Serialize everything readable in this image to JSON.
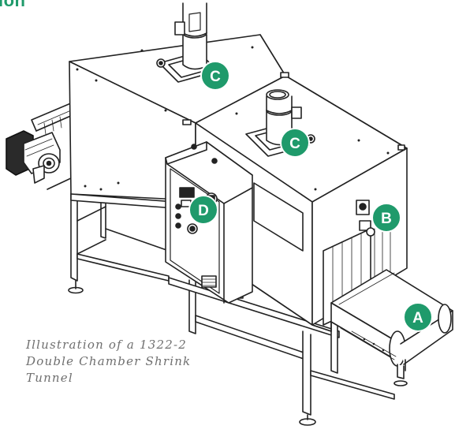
{
  "header": {
    "fragment": "ion"
  },
  "caption": {
    "lines": [
      "Illustration of a 1322-2",
      "Double Chamber Shrink",
      "Tunnel"
    ]
  },
  "callouts": {
    "a": "A",
    "b": "B",
    "c_top": "C",
    "c_middle": "C",
    "d": "D"
  },
  "colors": {
    "accent": "#1f9a6b",
    "line": "#222222",
    "caption": "#6f6f6f"
  }
}
